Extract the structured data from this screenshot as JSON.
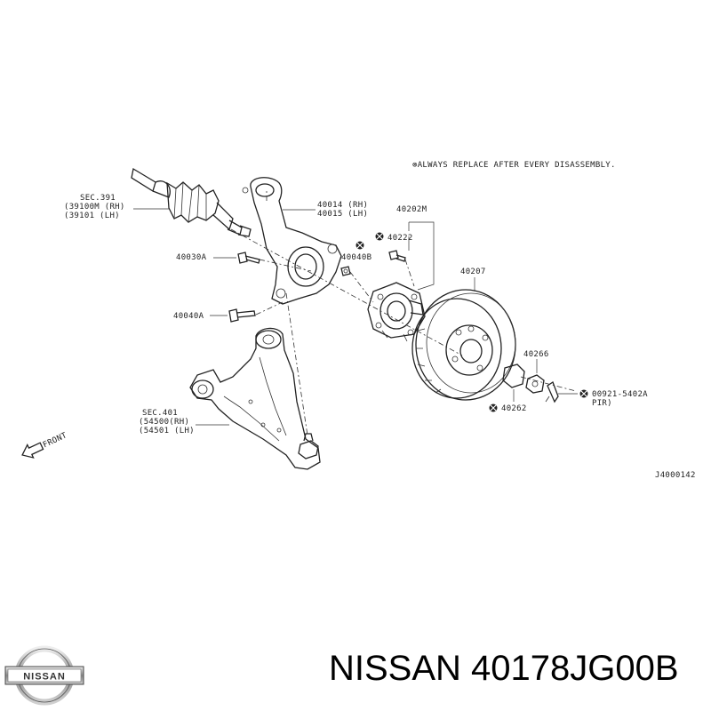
{
  "notice": "⊗ALWAYS REPLACE AFTER EVERY DISASSEMBLY.",
  "drawing_code": "J4000142",
  "front_label": "FRONT",
  "labels": {
    "sec391": "SEC.391",
    "p39100m": "(39100M (RH)",
    "p39101": "(39101  (LH)",
    "p40014": "40014 (RH)",
    "p40015": "40015 (LH)",
    "p40202m": "40202M",
    "p40222": "40222",
    "p40030a": "40030A",
    "p40040b": "40040B",
    "p40040a": "40040A",
    "p40207": "40207",
    "p40266": "40266",
    "p00921": "00921-5402A",
    "pir": "PIR)",
    "p40262": "40262",
    "sec401": "SEC.401",
    "p54500": "(54500(RH)",
    "p54501": "(54501 (LH)"
  },
  "logo_text": "NISSAN",
  "footer_title": "NISSAN 40178JG00B",
  "colors": {
    "ink": "#222222",
    "background": "#ffffff"
  }
}
